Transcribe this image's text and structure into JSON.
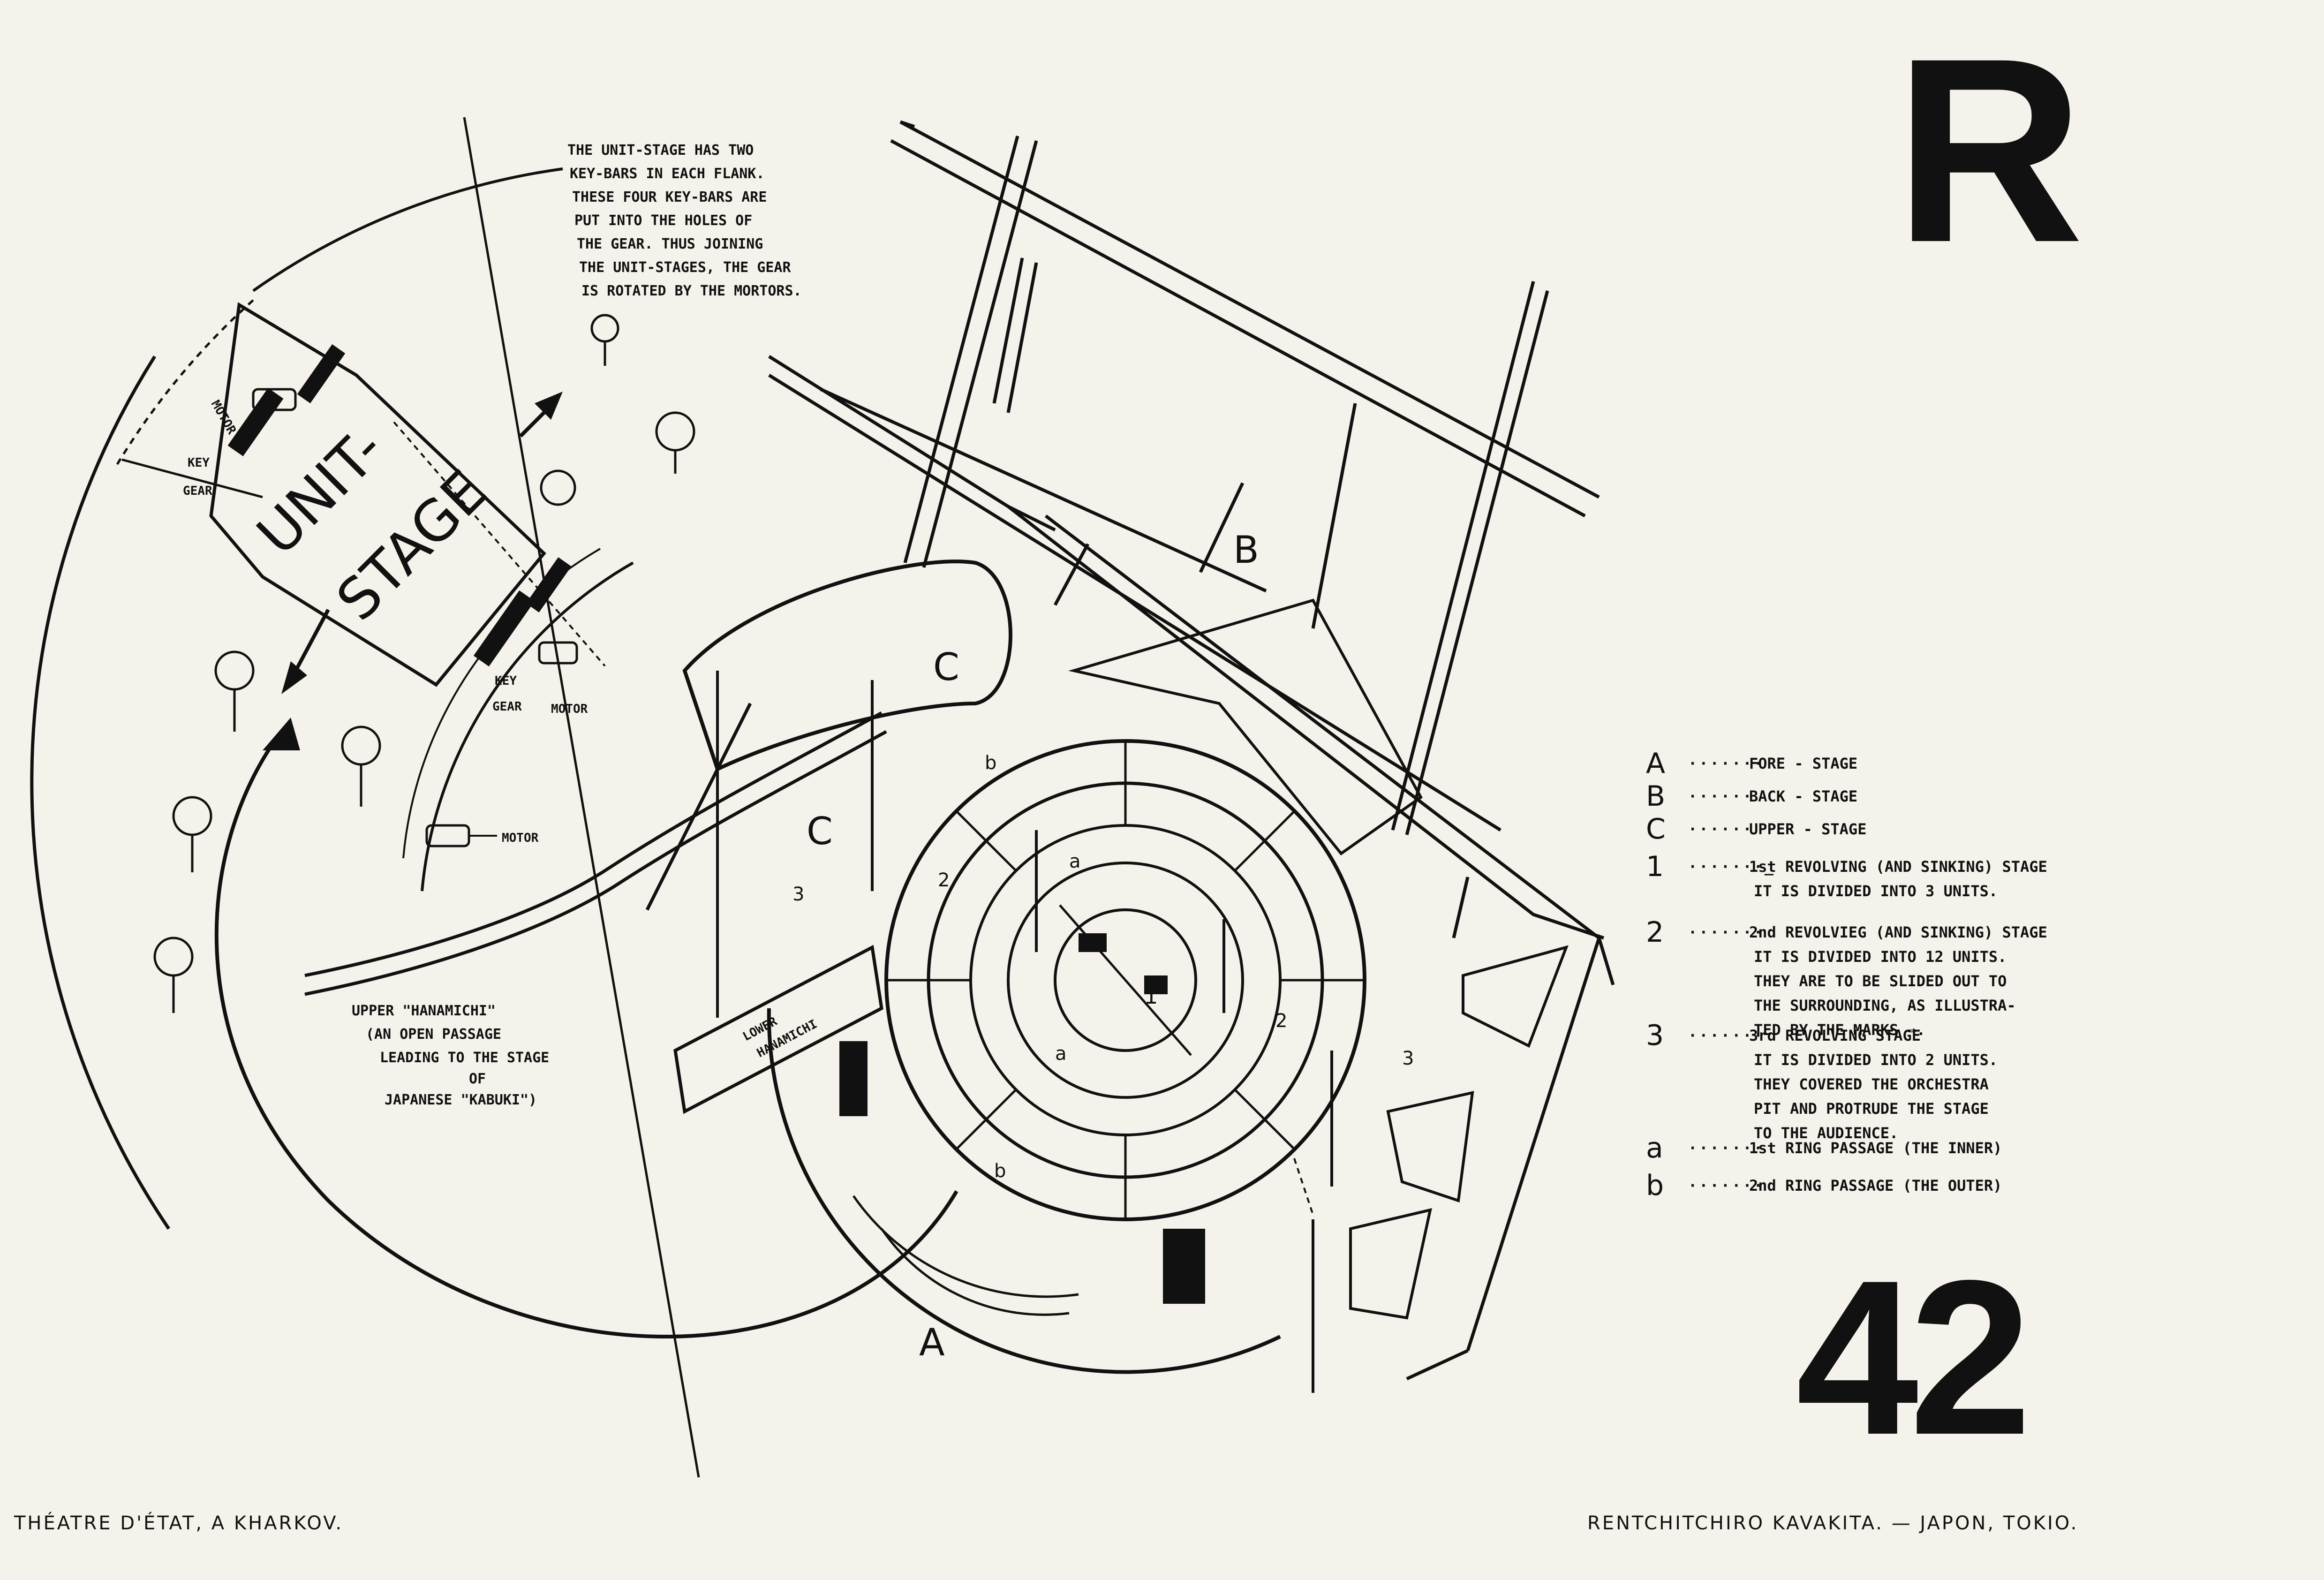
{
  "plate": {
    "letter": "R",
    "number": "42"
  },
  "captions": {
    "left": "THÉATRE D'ÉTAT, A KHARKOV.",
    "right": "RENTCHITCHIRO KAVAKITA. — JAPON, TOKIO."
  },
  "unit_stage": {
    "title_line1": "UNIT-",
    "title_line2": "STAGE",
    "note": [
      "THE UNIT-STAGE HAS TWO",
      "KEY-BARS IN EACH FLANK.",
      "THESE FOUR KEY-BARS ARE",
      "PUT INTO THE HOLES OF",
      "THE GEAR. THUS JOINING",
      "THE UNIT-STAGES, THE GEAR",
      "IS ROTATED BY THE MORTORS."
    ],
    "motor_label": "MOTOR",
    "key_label": "KEY",
    "gear_label": "GEAR"
  },
  "hanamichi": {
    "upper_lines": [
      "UPPER \"HANAMICHI\"",
      "(AN OPEN PASSAGE",
      "LEADING TO THE STAGE",
      "OF",
      "JAPANESE \"KABUKI\")"
    ],
    "lower_line1": "LOWER",
    "lower_line2": "HANAMICHI"
  },
  "diagram_labels": {
    "A": "A",
    "B": "B",
    "C": "C",
    "one": "1",
    "two": "2",
    "three": "3",
    "a": "a",
    "b": "b"
  },
  "legend": [
    {
      "key": "A",
      "dots": "·······",
      "lines": [
        "FORE - STAGE"
      ]
    },
    {
      "key": "B",
      "dots": "······",
      "lines": [
        "BACK - STAGE"
      ]
    },
    {
      "key": "C",
      "dots": "······",
      "lines": [
        "UPPER - STAGE"
      ]
    },
    {
      "key": "1",
      "dots": "·······_",
      "lines": [
        "1st  REVOLVING (AND SINKING) STAGE",
        "IT IS DIVIDED INTO 3 UNITS."
      ]
    },
    {
      "key": "2",
      "dots": "·······",
      "lines": [
        "2nd  REVOLVIEG (AND SINKING) STAGE",
        "IT IS DIVIDED INTO 12 UNITS.",
        "THEY ARE TO BE SLIDED OUT TO",
        "THE SURROUNDING, AS ILLUSTRA-",
        "TED BY THE MARKS ⇒."
      ]
    },
    {
      "key": "3",
      "dots": "·······",
      "lines": [
        "3rd  REVOLVING STAGE",
        "IT IS DIVIDED INTO 2 UNITS.",
        "THEY COVERED THE ORCHESTRA",
        "PIT AND PROTRUDE THE STAGE",
        "TO THE AUDIENCE."
      ]
    },
    {
      "key": "a",
      "dots": "·······",
      "lines": [
        "1st  RING PASSAGE (THE INNER)"
      ]
    },
    {
      "key": "b",
      "dots": "·······",
      "lines": [
        "2nd  RING PASSAGE (THE OUTER)"
      ]
    }
  ]
}
